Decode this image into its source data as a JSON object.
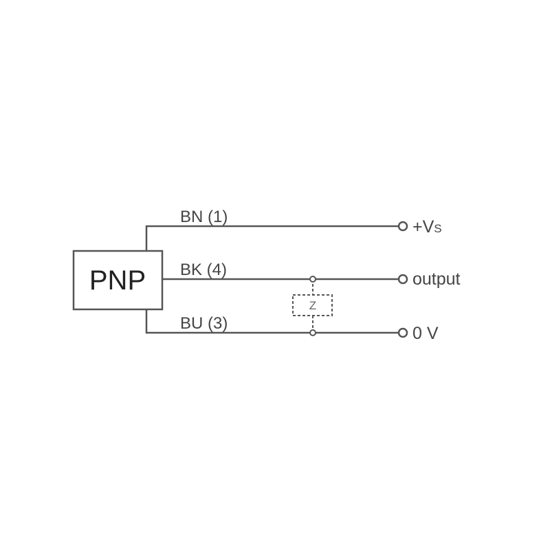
{
  "device": {
    "label": "PNP"
  },
  "wires": [
    {
      "label": "BN (1)",
      "terminal_main": "+V",
      "terminal_sub": "S"
    },
    {
      "label": "BK (4)",
      "terminal_main": "output",
      "terminal_sub": ""
    },
    {
      "label": "BU (3)",
      "terminal_main": "0 V",
      "terminal_sub": ""
    }
  ],
  "load": {
    "label": "Z"
  },
  "colors": {
    "line": "#555555",
    "text": "#444444",
    "background": "#ffffff"
  }
}
